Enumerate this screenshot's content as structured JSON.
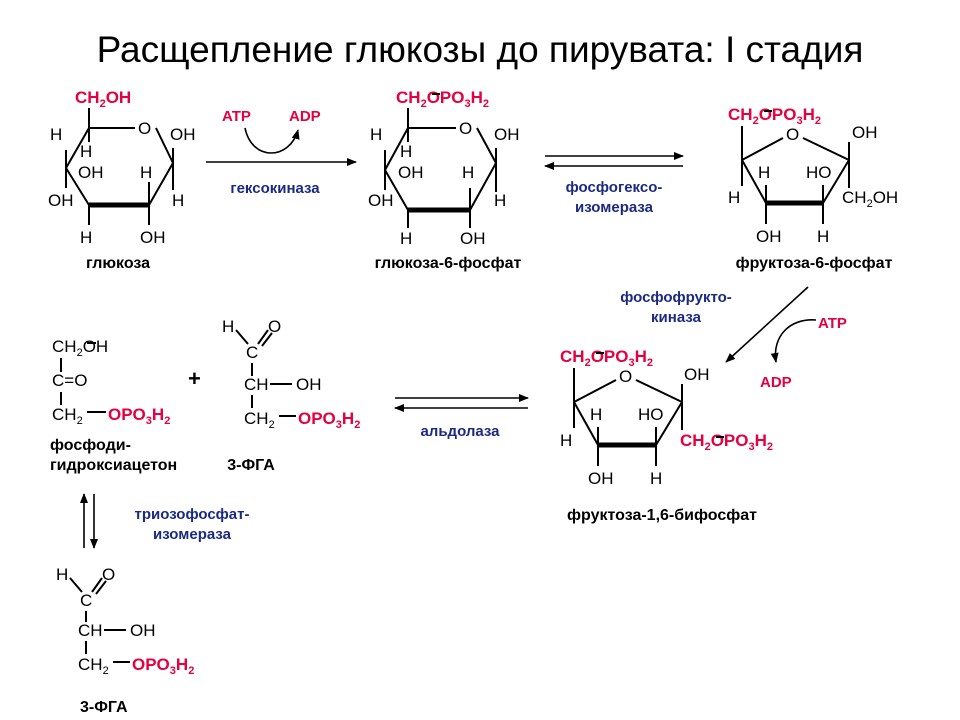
{
  "title": "Расщепление глюкозы до пирувата: I стадия",
  "labels": {
    "h": "H",
    "o": "O",
    "oh": "OH",
    "ho": "HO",
    "c": "C",
    "ch": "CH",
    "ch2": "CH",
    "two": "2",
    "three": "3",
    "ch2oh": "CH2OH",
    "opo": "OPO",
    "c_eq_o": "C=O"
  },
  "reagents": {
    "atp": "ATP",
    "adp": "ADP",
    "plus": "+"
  },
  "enzymes": {
    "hexokinase": "гексокиназа",
    "phi_1": "фосфогексо-",
    "phi_2": "изомераза",
    "pfk_1": "фосфофрукто-",
    "pfk_2": "киназа",
    "aldolase": "альдолаза",
    "tpi_1": "триозофосфат-",
    "tpi_2": "изомераза"
  },
  "compounds": {
    "glucose": "глюкоза",
    "g6p": "глюкоза-6-фосфат",
    "f6p": "фруктоза-6-фосфат",
    "f16bp": "фруктоза-1,6-бифосфат",
    "dhap_1": "фосфоди-",
    "dhap_2": "гидроксиацетон",
    "ga3p": "3-ФГА",
    "ga3p_2": "3-ФГА"
  }
}
